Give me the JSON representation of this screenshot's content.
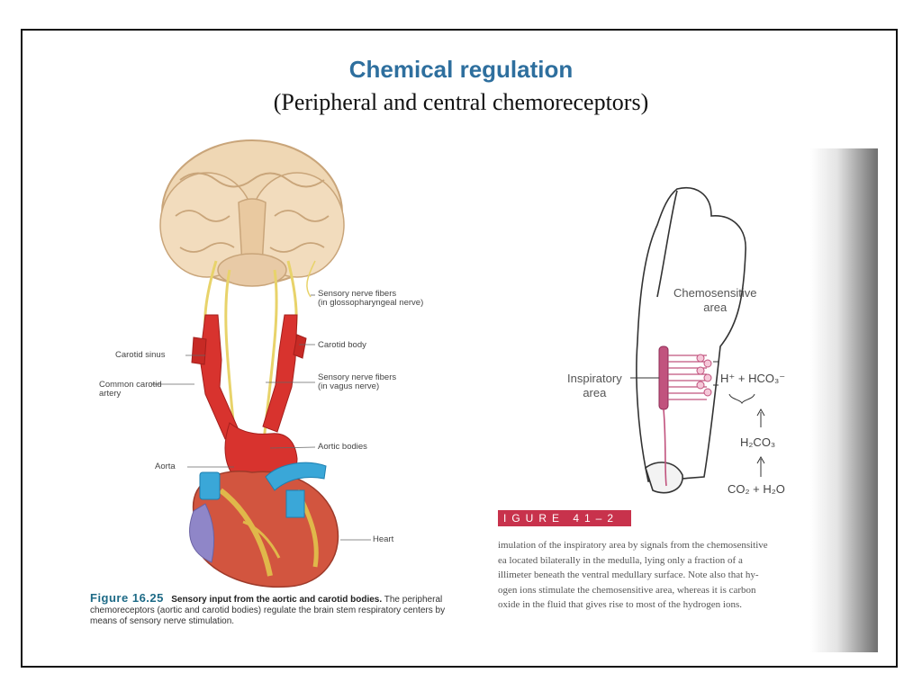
{
  "slide": {
    "title": "Chemical regulation",
    "subtitle": "(Peripheral and central chemoreceptors)"
  },
  "left_figure": {
    "labels": {
      "sensory_glosso": [
        "Sensory nerve fibers",
        "(in glossopharyngeal nerve)"
      ],
      "carotid_body": "Carotid body",
      "carotid_sinus": "Carotid sinus",
      "common_carotid": [
        "Common carotid",
        "artery"
      ],
      "sensory_vagus": [
        "Sensory nerve fibers",
        "(in vagus nerve)"
      ],
      "aortic_bodies": "Aortic bodies",
      "aorta": "Aorta",
      "heart": "Heart"
    },
    "caption": {
      "figure_number": "Figure 16.25",
      "heading": "Sensory input from the aortic and carotid bodies.",
      "text": "The peripheral chemoreceptors (aortic and carotid bodies) regulate the brain stem respiratory centers by means of sensory nerve stimulation."
    }
  },
  "right_figure": {
    "labels": {
      "chemosensitive": [
        "Chemosensitive",
        "area"
      ],
      "inspiratory": [
        "Inspiratory",
        "area"
      ]
    },
    "chemistry": {
      "ions": "H⁺ + HCO₃⁻",
      "carbonic_acid": "H₂CO₃",
      "reactants": "CO₂ + H₂O"
    },
    "figure_tag": "IGURE 41–2",
    "caption_lines": [
      "imulation of the inspiratory area by signals from the chemosensitive",
      "ea located bilaterally in the medulla, lying only a fraction of a",
      "illimeter beneath the ventral medullary surface. Note also that hy-",
      "ogen ions stimulate the chemosensitive area, whereas it is carbon",
      "oxide in the fluid that gives rise to most of the hydrogen ions."
    ]
  }
}
